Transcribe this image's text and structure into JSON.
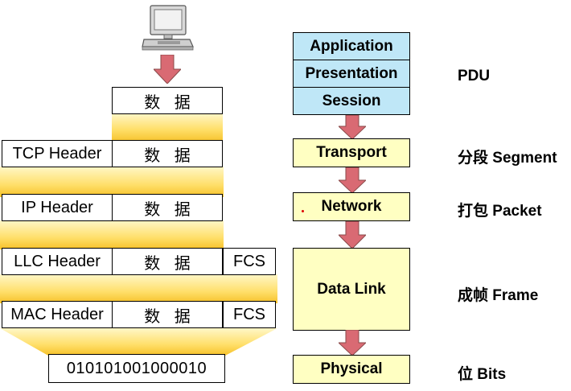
{
  "left_stack": {
    "data_label": "数 据",
    "rows": [
      {
        "header": "",
        "data": "数 据",
        "trailer": ""
      },
      {
        "header": "TCP Header",
        "data": "数 据",
        "trailer": ""
      },
      {
        "header": "IP Header",
        "data": "数 据",
        "trailer": ""
      },
      {
        "header": "LLC Header",
        "data": "数 据",
        "trailer": "FCS"
      },
      {
        "header": "MAC Header",
        "data": "数 据",
        "trailer": "FCS"
      }
    ],
    "bits": "010101001000010"
  },
  "osi_layers": {
    "application": "Application",
    "presentation": "Presentation",
    "session": "Session",
    "transport": "Transport",
    "network": "Network",
    "data_link": "Data Link",
    "physical": "Physical"
  },
  "pdu_labels": {
    "pdu": "PDU",
    "segment": "分段 Segment",
    "packet": "打包 Packet",
    "frame": "成帧 Frame",
    "bits": "位 Bits"
  },
  "icons": {
    "computer": "computer-icon",
    "arrow": "down-arrow-icon"
  },
  "colors": {
    "arrow_fill": "#d96a73",
    "upper_layers": "#bfe7f7",
    "lower_layers": "#ffffc2",
    "band_dark": "#f6c129",
    "band_light": "#fff7c8"
  }
}
